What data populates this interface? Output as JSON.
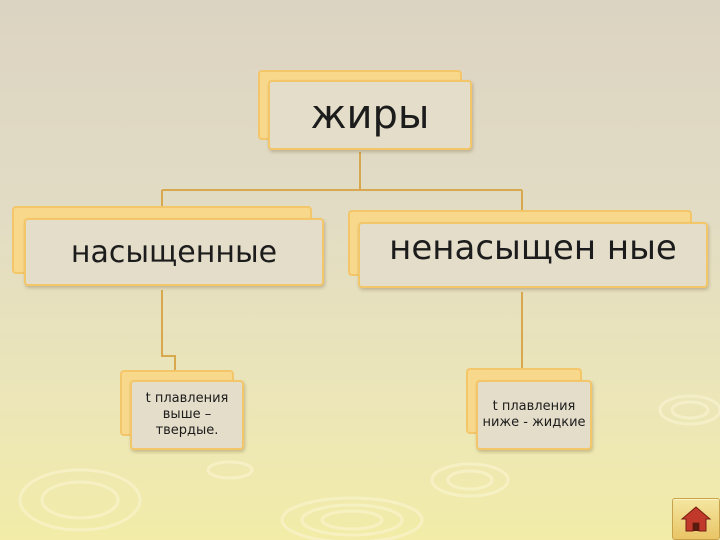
{
  "diagram": {
    "root": {
      "label": "жиры"
    },
    "branches": [
      {
        "label": "насыщенные",
        "property": "t плавления выше – твердые."
      },
      {
        "label": "ненасыщен ные",
        "property": "t плавления ниже - жидкие"
      }
    ]
  },
  "navigation": {
    "home_icon": "home-icon"
  },
  "colors": {
    "box_fill": "#e3ddc9",
    "box_border": "#f3c66a",
    "box_shadow_layer": "#f8d88a",
    "connector": "#d7a84e",
    "background": "#e2dcc4"
  }
}
